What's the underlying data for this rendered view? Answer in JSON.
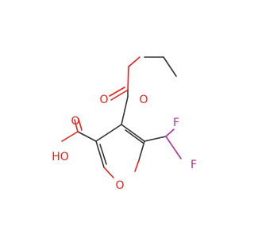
{
  "molecule": {
    "atoms": {
      "carbonyl_o_top": "O",
      "ester_o": "O",
      "acid_o_top": "O",
      "hydroxyl": "HO",
      "ring_o": "O",
      "f_top": "F",
      "f_bottom": "F"
    },
    "colors": {
      "bond": "#333333",
      "oxygen": "#e8211a",
      "fluorine": "#b62fa0",
      "background": "#ffffff"
    }
  }
}
